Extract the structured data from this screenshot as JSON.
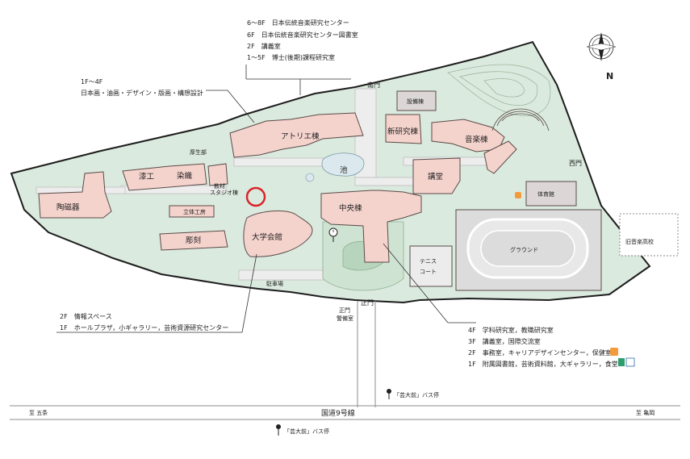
{
  "map": {
    "north_label": "N",
    "buildings": {
      "atelier": "アトリエ棟",
      "shiki": "漆工",
      "senshoku": "染織",
      "toujiki": "陶磁器",
      "choukoku": "彫刻",
      "ritai": "立体工房",
      "kyouzai": "教材",
      "studio": "スタジオ棟",
      "kouseibu": "厚生部",
      "daigakukaikan": "大学会館",
      "chuuou": "中央棟",
      "pond": "池",
      "kodo": "講堂",
      "shinkenkyuu": "新研究棟",
      "setsubi": "設備棟",
      "ongaku": "音楽棟",
      "taiikukan": "体育館",
      "ground": "グラウンド",
      "tennis_1": "テニス",
      "tennis_2": "コート",
      "parking": "駐車場",
      "old_school": "旧音楽高校",
      "keibi_1": "正門",
      "keibi_2": "警備室"
    },
    "gates": {
      "south": "南門",
      "west": "西門",
      "main": "正門"
    },
    "roads": {
      "route": "国道9号線",
      "to_left": "至 五条",
      "to_right": "至 亀岡",
      "bus_stop_1": "「芸大前」バス停",
      "bus_stop_2": "「芸大前」バス停"
    },
    "annotations": {
      "music_research": [
        "6～8F　日本伝統音楽研究センター",
        "6F　日本伝統音楽研究センター図書室",
        "2F　講義室",
        "1～5F　博士(後期)課程研究室"
      ],
      "atelier_floors": [
        "1F～4F",
        "日本画・油画・デザイン・版画・構想設計"
      ],
      "daigakukaikan_floors": [
        "2F　情報スペース",
        "1F　ホールプラザ，小ギャラリー，芸術資源研究センター"
      ],
      "chuuou_floors": [
        "4F　学科研究室，教職研究室",
        "3F　講義室，国際交流室",
        "2F　事務室，キャリアデザインセンター，保健室",
        "1F　附属図書館，芸術資料館，大ギャラリー，食堂"
      ]
    },
    "colors": {
      "building_fill": "#f5d3cd",
      "building_stroke": "#5a4a48",
      "campus_green": "#dbeade",
      "path_gray": "#ededed",
      "marker_red": "#d9252b",
      "pond_blue": "#dbe9ef"
    }
  }
}
